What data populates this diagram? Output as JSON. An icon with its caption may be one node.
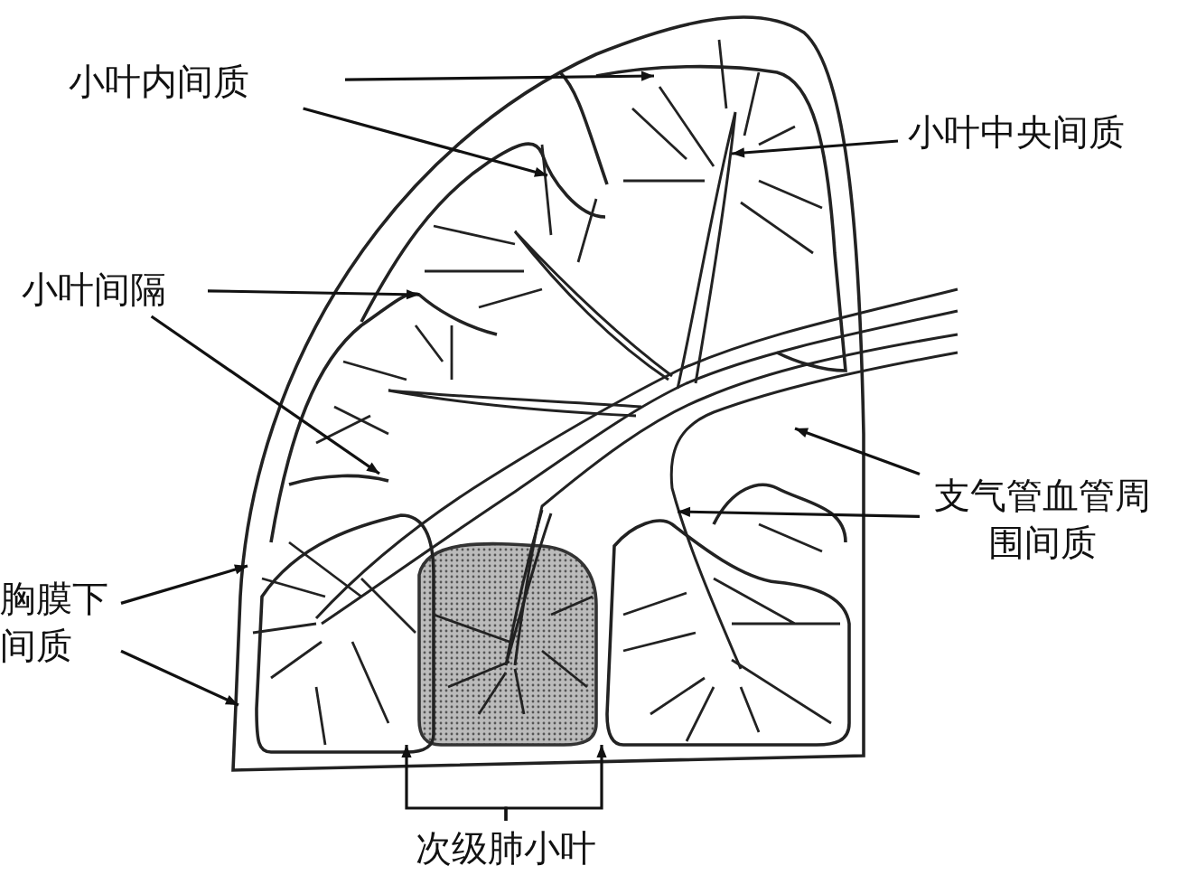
{
  "diagram": {
    "nodes": [
      {
        "text": [
          "小叶内间质"
        ]
      },
      {
        "text": [
          "小叶中央间质"
        ]
      },
      {
        "text": [
          "小叶间隔"
        ]
      },
      {
        "text": [
          "胸膜下间质"
        ]
      },
      {
        "text": [
          "支气管血管周围间质"
        ]
      },
      {
        "text": [
          "次级肺小叶"
        ]
      }
    ],
    "edges": [
      {
        "from": 0,
        "to": null,
        "arrow": "to"
      },
      {
        "from": 0,
        "to": null,
        "arrow": "to"
      },
      {
        "from": 1,
        "to": null,
        "arrow": "to"
      },
      {
        "from": 2,
        "to": null,
        "arrow": "to"
      },
      {
        "from": 2,
        "to": null,
        "arrow": "to"
      },
      {
        "from": 3,
        "to": null,
        "arrow": "to"
      },
      {
        "from": 3,
        "to": null,
        "arrow": "to"
      },
      {
        "from": 4,
        "to": null,
        "arrow": "to"
      },
      {
        "from": 4,
        "to": null,
        "arrow": "to"
      },
      {
        "from": 5,
        "to": null,
        "arrow": "to"
      },
      {
        "from": 5,
        "to": null,
        "arrow": "to"
      }
    ]
  }
}
